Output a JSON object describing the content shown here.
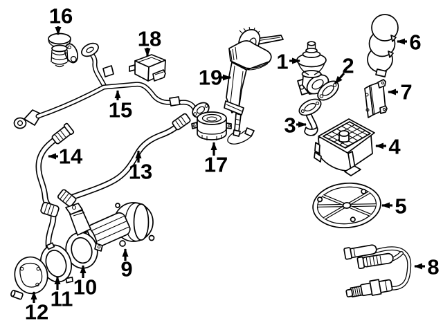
{
  "figure": {
    "kind": "exploded-parts-diagram",
    "background_color": "#ffffff",
    "line_color": "#000000",
    "label_color": "#000000"
  },
  "callouts": [
    {
      "label": "1"
    },
    {
      "label": "2"
    },
    {
      "label": "3"
    },
    {
      "label": "4"
    },
    {
      "label": "5"
    },
    {
      "label": "6"
    },
    {
      "label": "7"
    },
    {
      "label": "8"
    },
    {
      "label": "9"
    },
    {
      "label": "10"
    },
    {
      "label": "11"
    },
    {
      "label": "12"
    },
    {
      "label": "13"
    },
    {
      "label": "14"
    },
    {
      "label": "15"
    },
    {
      "label": "16"
    },
    {
      "label": "17"
    },
    {
      "label": "18"
    },
    {
      "label": "19"
    }
  ]
}
